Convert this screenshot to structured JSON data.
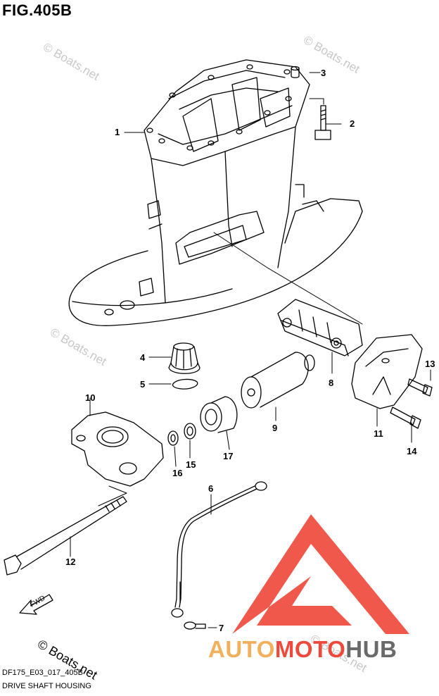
{
  "figure": {
    "title": "FIG.405B"
  },
  "footer": {
    "code": "DF175_E03_017_405B",
    "name": "DRIVE SHAFT HOUSING",
    "copyright": "© Boats.net"
  },
  "watermark": {
    "text": "© Boats.net"
  },
  "brand": {
    "part1": "AUTO",
    "part2": "MOTO",
    "part3": "HUB",
    "colors": {
      "auto": "#f2b05c",
      "moto": "#ee4a3c",
      "hub": "#6a6a6a"
    }
  },
  "fwd_label": "FWD",
  "callouts": [
    "1",
    "2",
    "3",
    "4",
    "5",
    "6",
    "7",
    "8",
    "9",
    "10",
    "11",
    "12",
    "13",
    "14",
    "15",
    "16",
    "17"
  ]
}
